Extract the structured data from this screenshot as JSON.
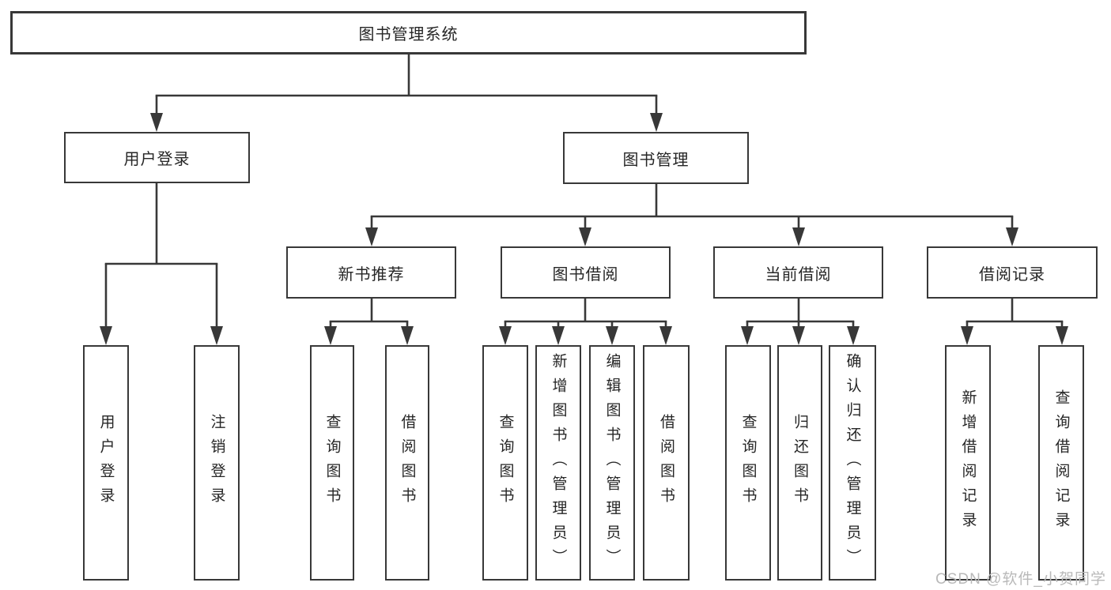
{
  "diagram_title": "图书管理系统",
  "watermark": "CSDN @软件_小贺同学",
  "colors": {
    "line": "#383838",
    "text": "#262626",
    "background": "#ffffff",
    "watermark": "#b9b9b9"
  },
  "tree": {
    "label": "图书管理系统",
    "children": [
      {
        "label": "用户登录",
        "children": [
          {
            "label": "用户登录"
          },
          {
            "label": "注销登录"
          }
        ]
      },
      {
        "label": "图书管理",
        "children": [
          {
            "label": "新书推荐",
            "children": [
              {
                "label": "查询图书"
              },
              {
                "label": "借阅图书"
              }
            ]
          },
          {
            "label": "图书借阅",
            "children": [
              {
                "label": "查询图书"
              },
              {
                "label": "新增图书（管理员）"
              },
              {
                "label": "编辑图书（管理员）"
              },
              {
                "label": "借阅图书"
              }
            ]
          },
          {
            "label": "当前借阅",
            "children": [
              {
                "label": "查询图书"
              },
              {
                "label": "归还图书"
              },
              {
                "label": "确认归还（管理员）"
              }
            ]
          },
          {
            "label": "借阅记录",
            "children": [
              {
                "label": "新增借阅记录"
              },
              {
                "label": "查询借阅记录"
              }
            ]
          }
        ]
      }
    ]
  }
}
